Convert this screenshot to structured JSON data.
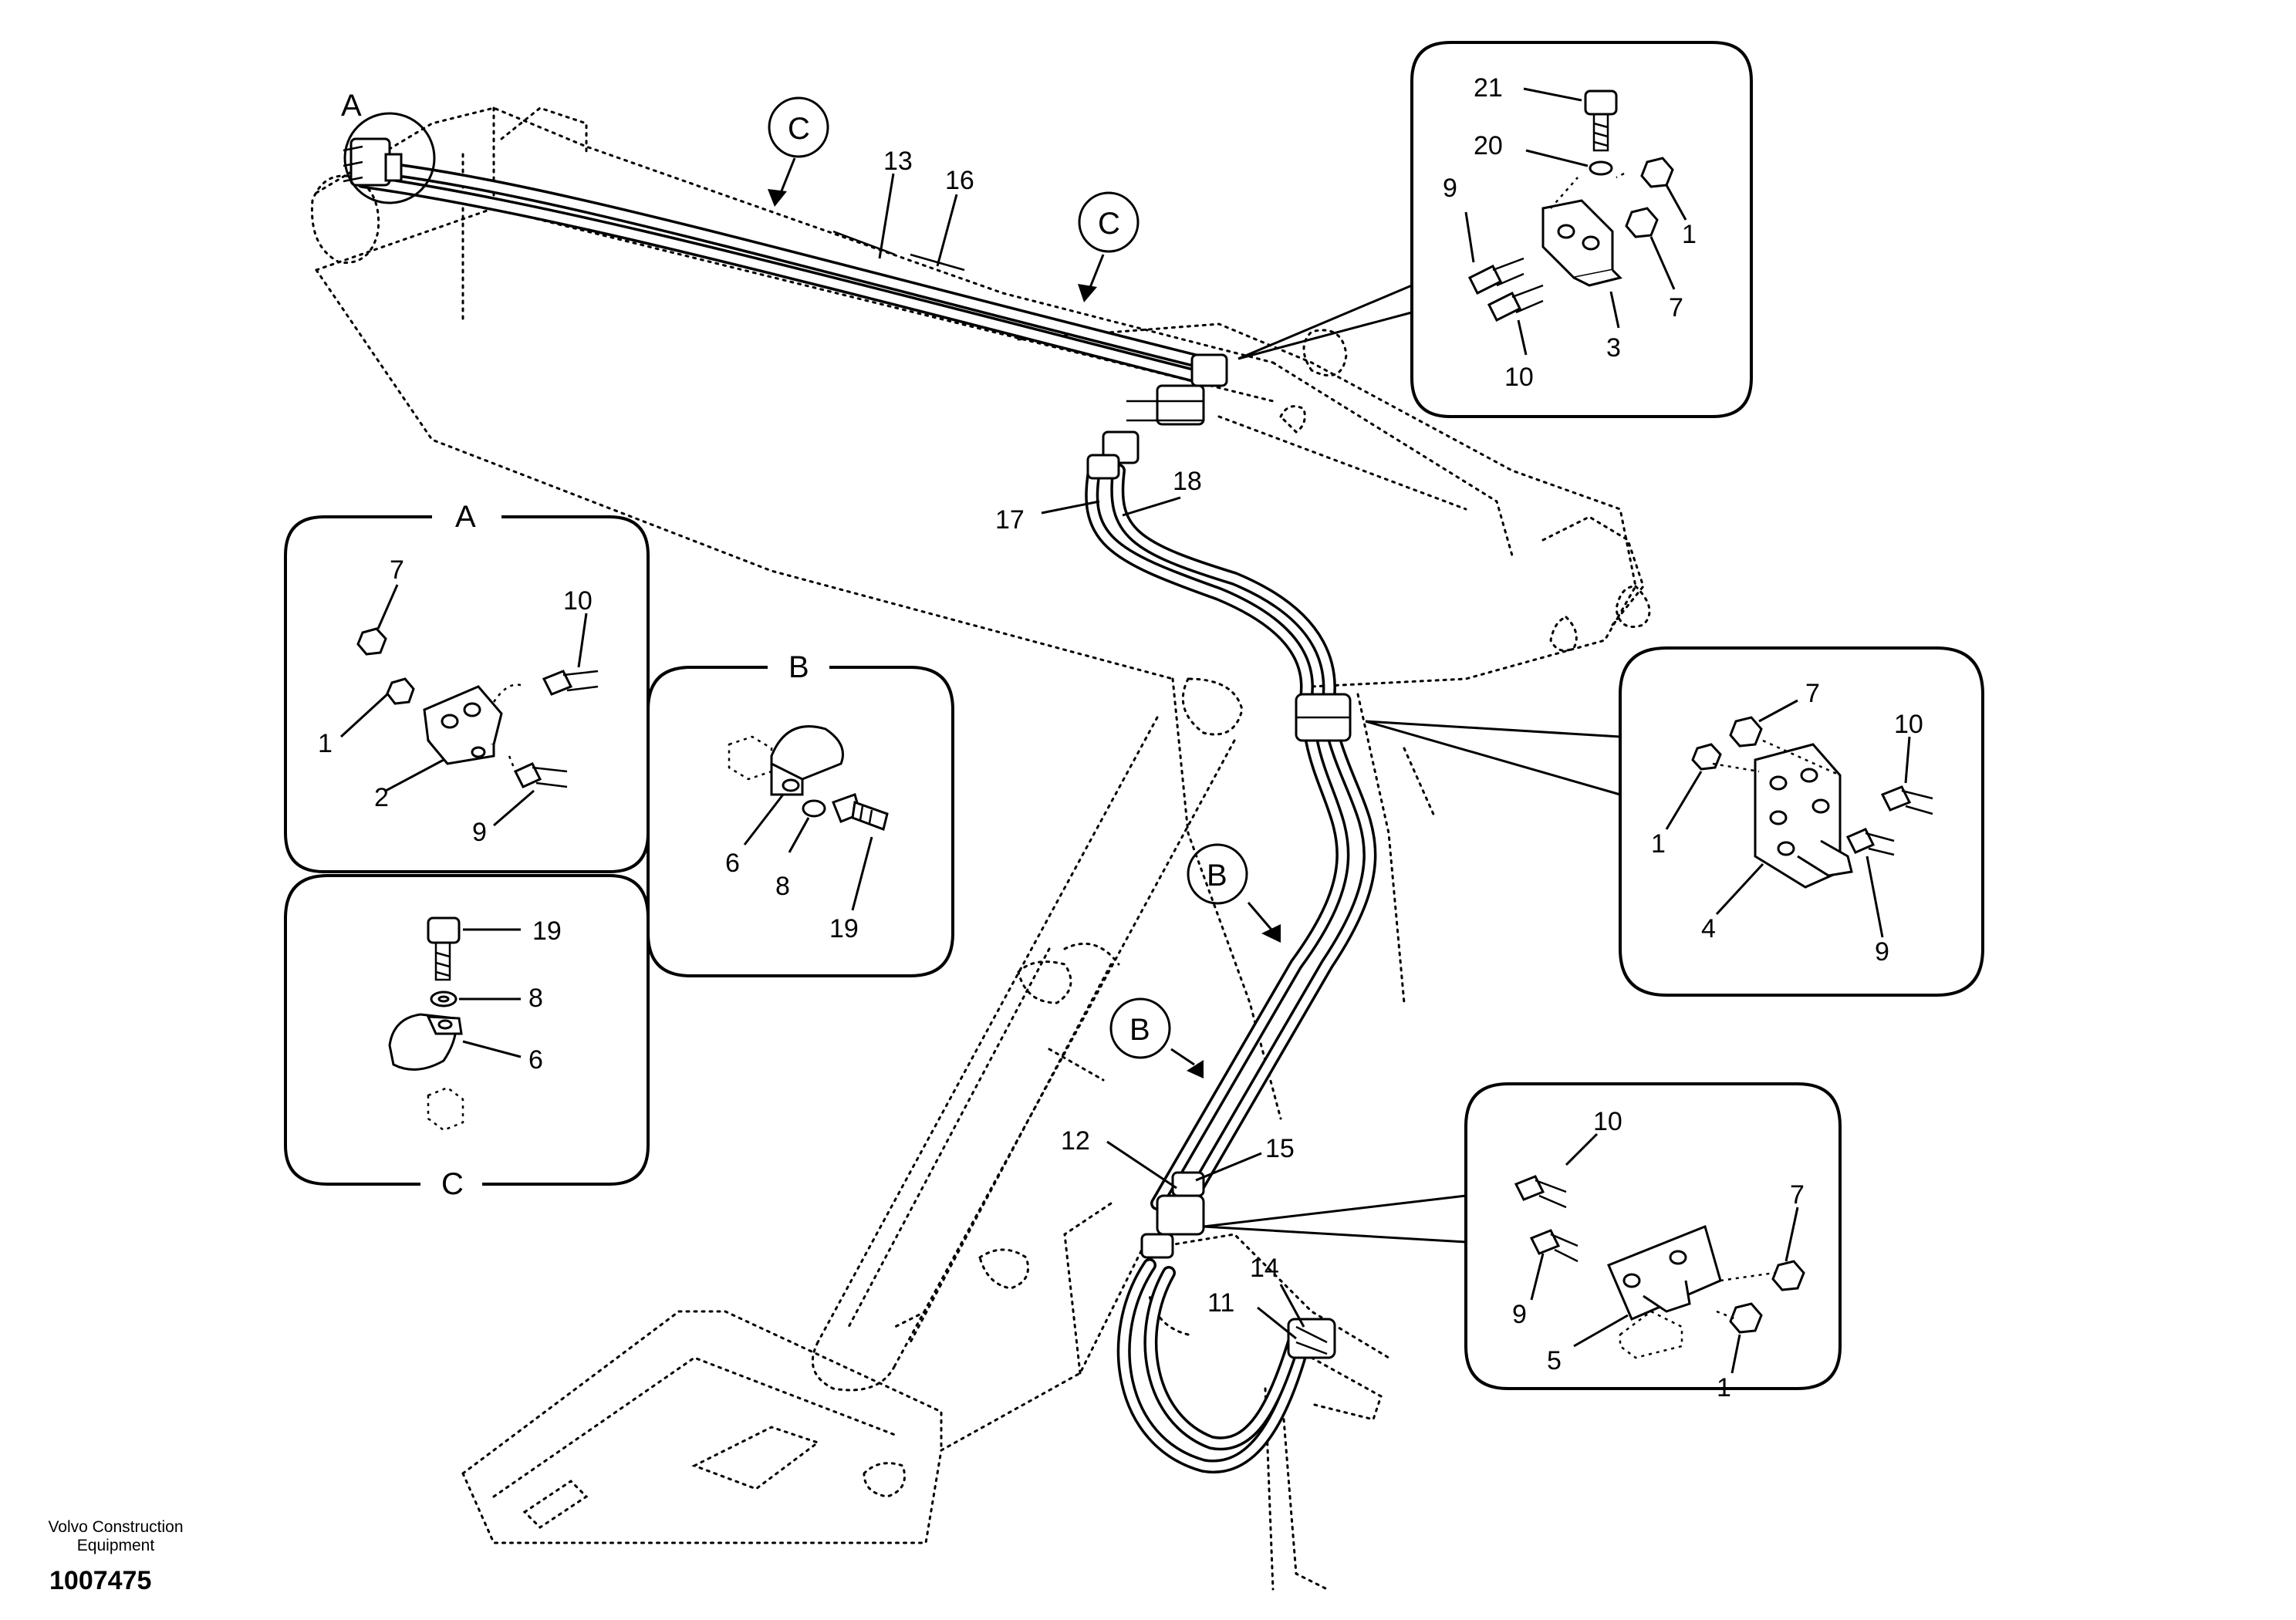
{
  "brand": {
    "line1": "Volvo Construction",
    "line2": "Equipment"
  },
  "drawing_number": "1007475",
  "detail_titles": {
    "a": "A",
    "b": "B",
    "c": "C"
  },
  "callouts": {
    "main": {
      "a": "A",
      "c1": "C",
      "c2": "C",
      "b1": "B",
      "b2": "B",
      "n13": "13",
      "n16": "16",
      "n17": "17",
      "n18": "18",
      "n12": "12",
      "n15": "15",
      "n11": "11",
      "n14": "14"
    },
    "detail_top": {
      "n21": "21",
      "n20": "20",
      "n9": "9",
      "n1": "1",
      "n7": "7",
      "n10": "10",
      "n3": "3"
    },
    "detail_a": {
      "n7": "7",
      "n10": "10",
      "n1": "1",
      "n2": "2",
      "n9": "9"
    },
    "detail_b": {
      "n6": "6",
      "n8": "8",
      "n19": "19"
    },
    "detail_c": {
      "n19": "19",
      "n8": "8",
      "n6": "6"
    },
    "detail_right": {
      "n7": "7",
      "n10": "10",
      "n1": "1",
      "n4": "4",
      "n9": "9"
    },
    "detail_bottom": {
      "n10": "10",
      "n7": "7",
      "n9": "9",
      "n5": "5",
      "n1": "1"
    }
  }
}
